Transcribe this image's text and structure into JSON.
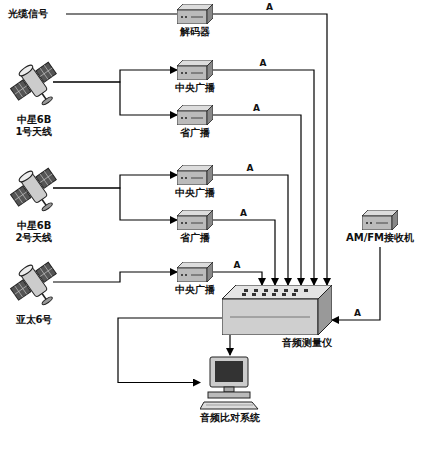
{
  "diagram": {
    "nodes": [
      {
        "text": [
          "光缆信号"
        ]
      },
      {
        "text": [
          "解码器"
        ]
      },
      {
        "text": [
          "中星6B 1号天线"
        ]
      },
      {
        "text": [
          "中央广播"
        ]
      },
      {
        "text": [
          "省广播"
        ]
      },
      {
        "text": [
          "中星6B 2号天线"
        ]
      },
      {
        "text": [
          "中央广播"
        ]
      },
      {
        "text": [
          "省广播"
        ]
      },
      {
        "text": [
          "亚太6号"
        ]
      },
      {
        "text": [
          "中央广播"
        ]
      },
      {
        "text": [
          "AM/FM接收机"
        ]
      },
      {
        "text": [
          "音频测量仪"
        ]
      },
      {
        "text": [
          "音频比对系统"
        ]
      }
    ],
    "edges": [
      {
        "from": 0,
        "to": 1,
        "arrow": "none"
      },
      {
        "from": 1,
        "to": 11,
        "label": "A",
        "arrow": "to"
      },
      {
        "from": 2,
        "to": 3,
        "arrow": "to"
      },
      {
        "from": 2,
        "to": 4,
        "arrow": "to"
      },
      {
        "from": 3,
        "to": 11,
        "label": "A",
        "arrow": "to"
      },
      {
        "from": 4,
        "to": 11,
        "label": "A",
        "arrow": "to"
      },
      {
        "from": 5,
        "to": 6,
        "arrow": "to"
      },
      {
        "from": 5,
        "to": 7,
        "arrow": "to"
      },
      {
        "from": 6,
        "to": 11,
        "label": "A",
        "arrow": "to"
      },
      {
        "from": 7,
        "to": 11,
        "label": "A",
        "arrow": "to"
      },
      {
        "from": 8,
        "to": 9,
        "arrow": "to"
      },
      {
        "from": 9,
        "to": 11,
        "label": "A",
        "arrow": "to"
      },
      {
        "from": 10,
        "to": 11,
        "label": "A",
        "arrow": "to"
      },
      {
        "from": 11,
        "to": 12,
        "arrow": "to"
      },
      {
        "from": 11,
        "to": 12,
        "arrow": "to"
      }
    ]
  }
}
